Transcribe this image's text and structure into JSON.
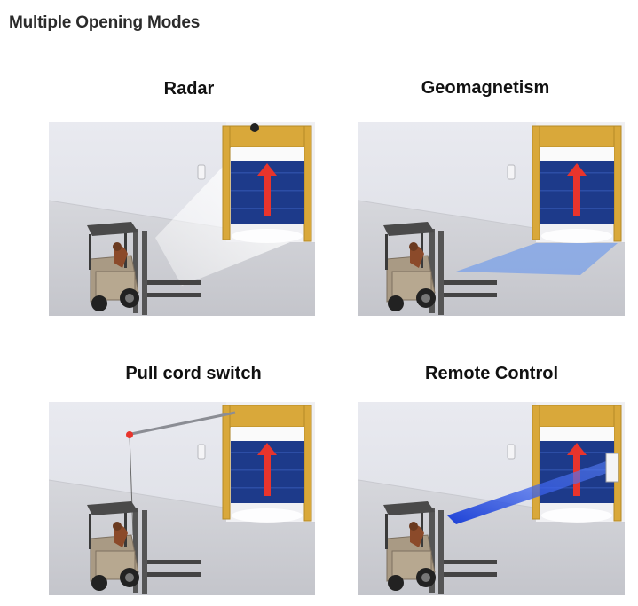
{
  "page": {
    "title": "Multiple Opening Modes"
  },
  "modes": [
    {
      "caption": "Radar",
      "sensor_icon": "radar-sensor-icon"
    },
    {
      "caption": "Geomagnetism",
      "sensor_icon": "floor-loop-icon"
    },
    {
      "caption": "Pull cord switch",
      "sensor_icon": "pull-cord-icon"
    },
    {
      "caption": "Remote Control",
      "sensor_icon": "remote-beam-icon"
    }
  ],
  "colors": {
    "wall": "#e3e5ec",
    "floor": "#cfd0d6",
    "door_frame": "#d9a83a",
    "door_panel": "#1d3a8a",
    "arrow": "#e8342c",
    "forklift_body": "#a99a84",
    "radar_beam": "#ffffff",
    "loop_area": "#7aa0e8",
    "remote_beam": "#1f4fe0"
  }
}
